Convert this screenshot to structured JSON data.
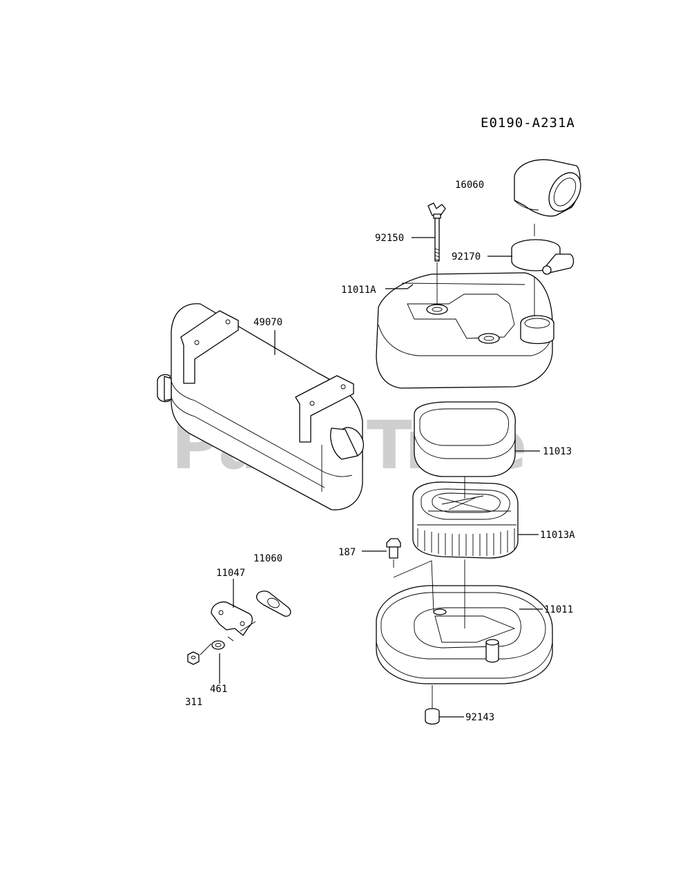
{
  "diagram_code": "E0190-A231A",
  "watermark": "PartsTree",
  "watermark_mark": "™",
  "parts": [
    {
      "id": "16060"
    },
    {
      "id": "92150"
    },
    {
      "id": "92170"
    },
    {
      "id": "11011A"
    },
    {
      "id": "49070"
    },
    {
      "id": "11013"
    },
    {
      "id": "11013A"
    },
    {
      "id": "187"
    },
    {
      "id": "11060"
    },
    {
      "id": "11047"
    },
    {
      "id": "11011"
    },
    {
      "id": "461"
    },
    {
      "id": "311"
    },
    {
      "id": "92143"
    }
  ]
}
